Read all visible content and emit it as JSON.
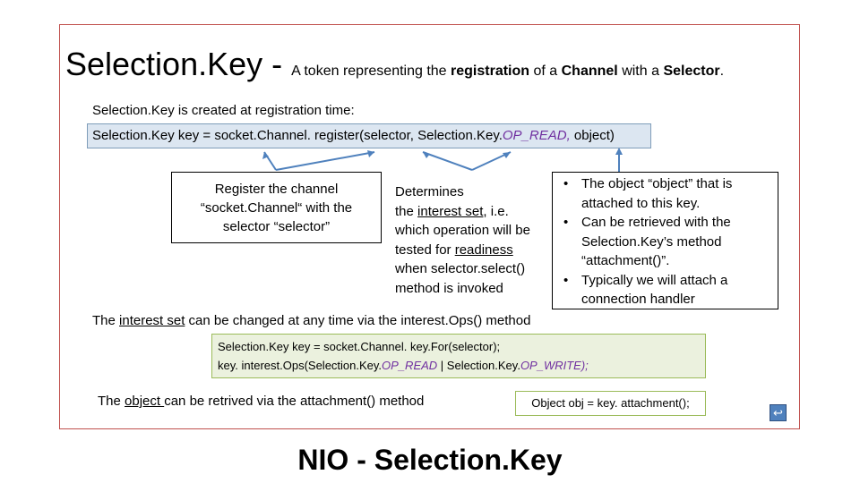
{
  "title": {
    "main": "Selection.Key - ",
    "subtitle_parts": [
      "A token representing the ",
      "registration",
      " of a ",
      "Channel",
      " with a ",
      "Selector",
      "."
    ]
  },
  "intro": {
    "line": "Selection.Key is created at registration time:",
    "code_prefix": "Selection.Key key = socket.Channel. register(selector,  Selection.Key.",
    "code_const": "OP_READ,",
    "code_suffix": " object)"
  },
  "left_box": {
    "line1": "Register the channel",
    "line2": "“socket.Channel“ with the",
    "line3": "selector “selector”"
  },
  "middle_text": {
    "p1": "Determines",
    "p2a": "the ",
    "p2u": "interest set,",
    "p2b": " i.e.",
    "p3": "which operation will be",
    "p4a": "tested for ",
    "p4u": "readiness",
    "p5": "when selector.select()",
    "p6": "method is invoked"
  },
  "right_box": {
    "items": [
      "The object “object” that is attached to this key.",
      "Can be retrieved with the Selection.Key’s method “attachment()”.",
      "Typically we will attach a connection handler"
    ]
  },
  "interest": {
    "a": "The ",
    "u": "interest set",
    "b": " can be changed at any time via the interest.Ops() method",
    "code1": "Selection.Key key = socket.Channel. key.For(selector);",
    "code2_prefix": "key. interest.Ops(Selection.Key.",
    "code2_c1": "OP_READ",
    "code2_mid": " | Selection.Key.",
    "code2_c2": "OP_WRITE);"
  },
  "attachment": {
    "a": "The ",
    "u": "object ",
    "b": "can be retrived via the attachment() method",
    "code": "Object obj = key. attachment();"
  },
  "footer": "NIO - Selection.Key",
  "icons": {
    "nav": "return-icon"
  },
  "colors": {
    "frame": "#c0504d",
    "code_fill": "#dce6f1",
    "code2_border": "#9bbb59",
    "arrow": "#4f81bd",
    "const": "#7030a0"
  }
}
